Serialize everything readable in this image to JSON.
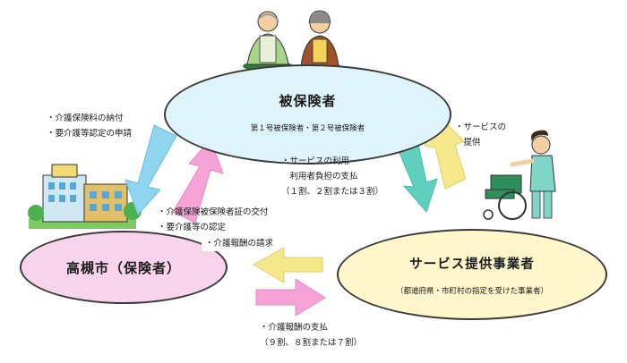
{
  "nodes": {
    "insured": {
      "title": "被保険者",
      "subtitle": "第１号被保険者・第２号被保険者"
    },
    "insurer": {
      "title": "高槻市（保険者）"
    },
    "provider": {
      "title": "サービス提供事業者",
      "subtitle": "（都道府県・市町村の指定を受けた事業者）"
    }
  },
  "flows": {
    "insured_to_insurer": {
      "lines": [
        "・介護保険料の納付",
        "・要介護等認定の申請"
      ]
    },
    "insurer_to_insured": {
      "lines": [
        "・介護保険被保険者証の交付",
        "・要介護等の認定"
      ]
    },
    "provider_to_insurer": {
      "lines": [
        "・介護報酬の請求"
      ]
    },
    "insured_to_provider": {
      "lines": [
        "・サービスの利用",
        "　利用者負担の支払",
        "（１割、２割または３割）"
      ]
    },
    "provider_to_insured": {
      "lines": [
        "・サービスの",
        "　提供"
      ]
    },
    "insurer_to_provider": {
      "lines": [
        "・介護報酬の支払",
        "（９割、８割または７割）"
      ]
    }
  },
  "colors": {
    "insured_fill": "#dff4fa",
    "insurer_fill": "#f8d4ec",
    "provider_fill": "#fff6cc",
    "arrow_blue": "#8fd5f0",
    "arrow_pink": "#f5a3d6",
    "arrow_teal": "#5ed0bd",
    "arrow_yellow": "#f4e88a"
  },
  "icons": [
    "elderly-couple-icon",
    "city-hall-building-icon",
    "caregiver-wheelchair-icon"
  ]
}
